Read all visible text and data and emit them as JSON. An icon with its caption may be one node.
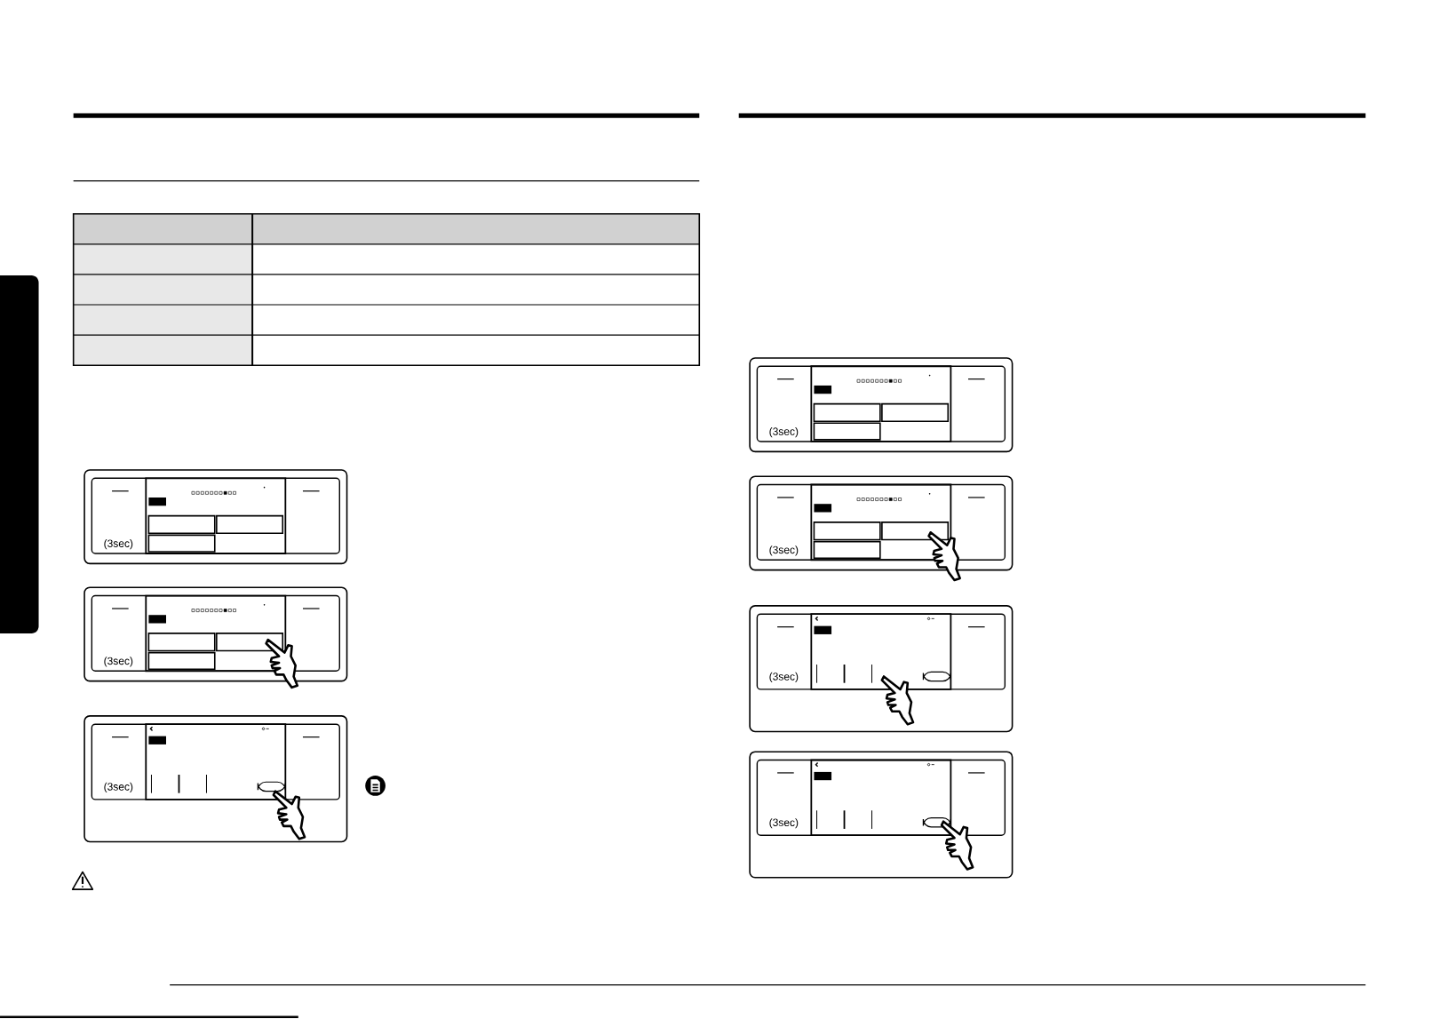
{
  "diagram": {
    "nodes": [
      {
        "text": [],
        "shape": "bar"
      }
    ],
    "labels": [
      "(3sec)",
      "(3sec)",
      "(3sec)",
      "(3sec)",
      "(3sec)",
      "(3sec)",
      "(3sec)"
    ]
  }
}
